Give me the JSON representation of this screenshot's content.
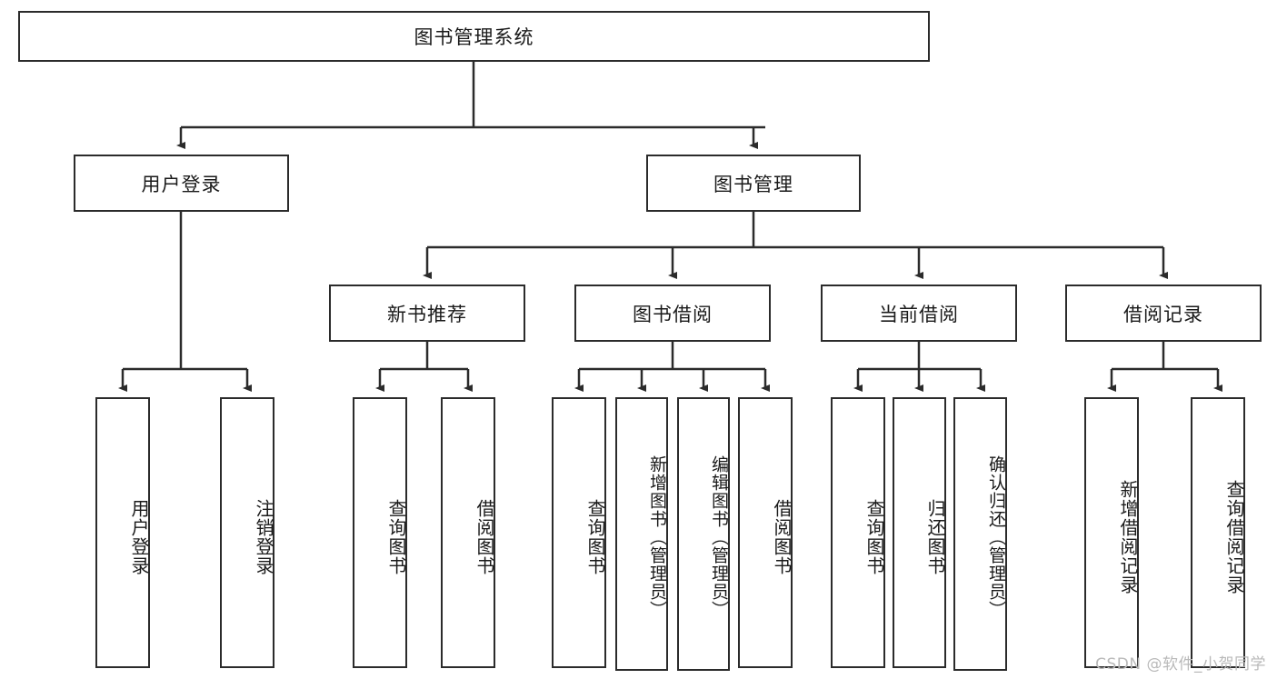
{
  "diagram": {
    "title": "图书管理系统",
    "type": "function-hierarchy-tree",
    "watermark": "CSDN @软件_小贺同学",
    "colors": {
      "border": "#2b2b2b",
      "background": "#ffffff",
      "text": "#1a1a1a",
      "watermark": "#b9b9b9"
    },
    "nodes": {
      "root": {
        "label": "图书管理系统",
        "level": 1,
        "orientation": "horizontal"
      },
      "user_login": {
        "label": "用户登录",
        "level": 2,
        "orientation": "horizontal"
      },
      "book_manage": {
        "label": "图书管理",
        "level": 2,
        "orientation": "horizontal"
      },
      "new_book_rec": {
        "label": "新书推荐",
        "level": 3,
        "orientation": "horizontal"
      },
      "book_borrow": {
        "label": "图书借阅",
        "level": 3,
        "orientation": "horizontal"
      },
      "current_borrow": {
        "label": "当前借阅",
        "level": 3,
        "orientation": "horizontal"
      },
      "borrow_record": {
        "label": "借阅记录",
        "level": 3,
        "orientation": "horizontal"
      },
      "leaf_user_login": {
        "label": "用户登录",
        "level": 4,
        "orientation": "vertical",
        "parent": "user_login"
      },
      "leaf_logout": {
        "label": "注销登录",
        "level": 4,
        "orientation": "vertical",
        "parent": "user_login"
      },
      "leaf_query_book_1": {
        "label": "查询图书",
        "level": 4,
        "orientation": "vertical",
        "parent": "new_book_rec"
      },
      "leaf_borrow_book_1": {
        "label": "借阅图书",
        "level": 4,
        "orientation": "vertical",
        "parent": "new_book_rec"
      },
      "leaf_query_book_2": {
        "label": "查询图书",
        "level": 4,
        "orientation": "vertical",
        "parent": "book_borrow"
      },
      "leaf_add_book": {
        "label": "新增图书（管理员）",
        "level": 4,
        "orientation": "vertical",
        "parent": "book_borrow"
      },
      "leaf_edit_book": {
        "label": "编辑图书（管理员）",
        "level": 4,
        "orientation": "vertical",
        "parent": "book_borrow"
      },
      "leaf_borrow_book_2": {
        "label": "借阅图书",
        "level": 4,
        "orientation": "vertical",
        "parent": "book_borrow"
      },
      "leaf_query_book_3": {
        "label": "查询图书",
        "level": 4,
        "orientation": "vertical",
        "parent": "current_borrow"
      },
      "leaf_return_book": {
        "label": "归还图书",
        "level": 4,
        "orientation": "vertical",
        "parent": "current_borrow"
      },
      "leaf_confirm_return": {
        "label": "确认归还（管理员）",
        "level": 4,
        "orientation": "vertical",
        "parent": "current_borrow"
      },
      "leaf_add_record": {
        "label": "新增借阅记录",
        "level": 4,
        "orientation": "vertical",
        "parent": "borrow_record"
      },
      "leaf_query_record": {
        "label": "查询借阅记录",
        "level": 4,
        "orientation": "vertical",
        "parent": "borrow_record"
      }
    }
  }
}
